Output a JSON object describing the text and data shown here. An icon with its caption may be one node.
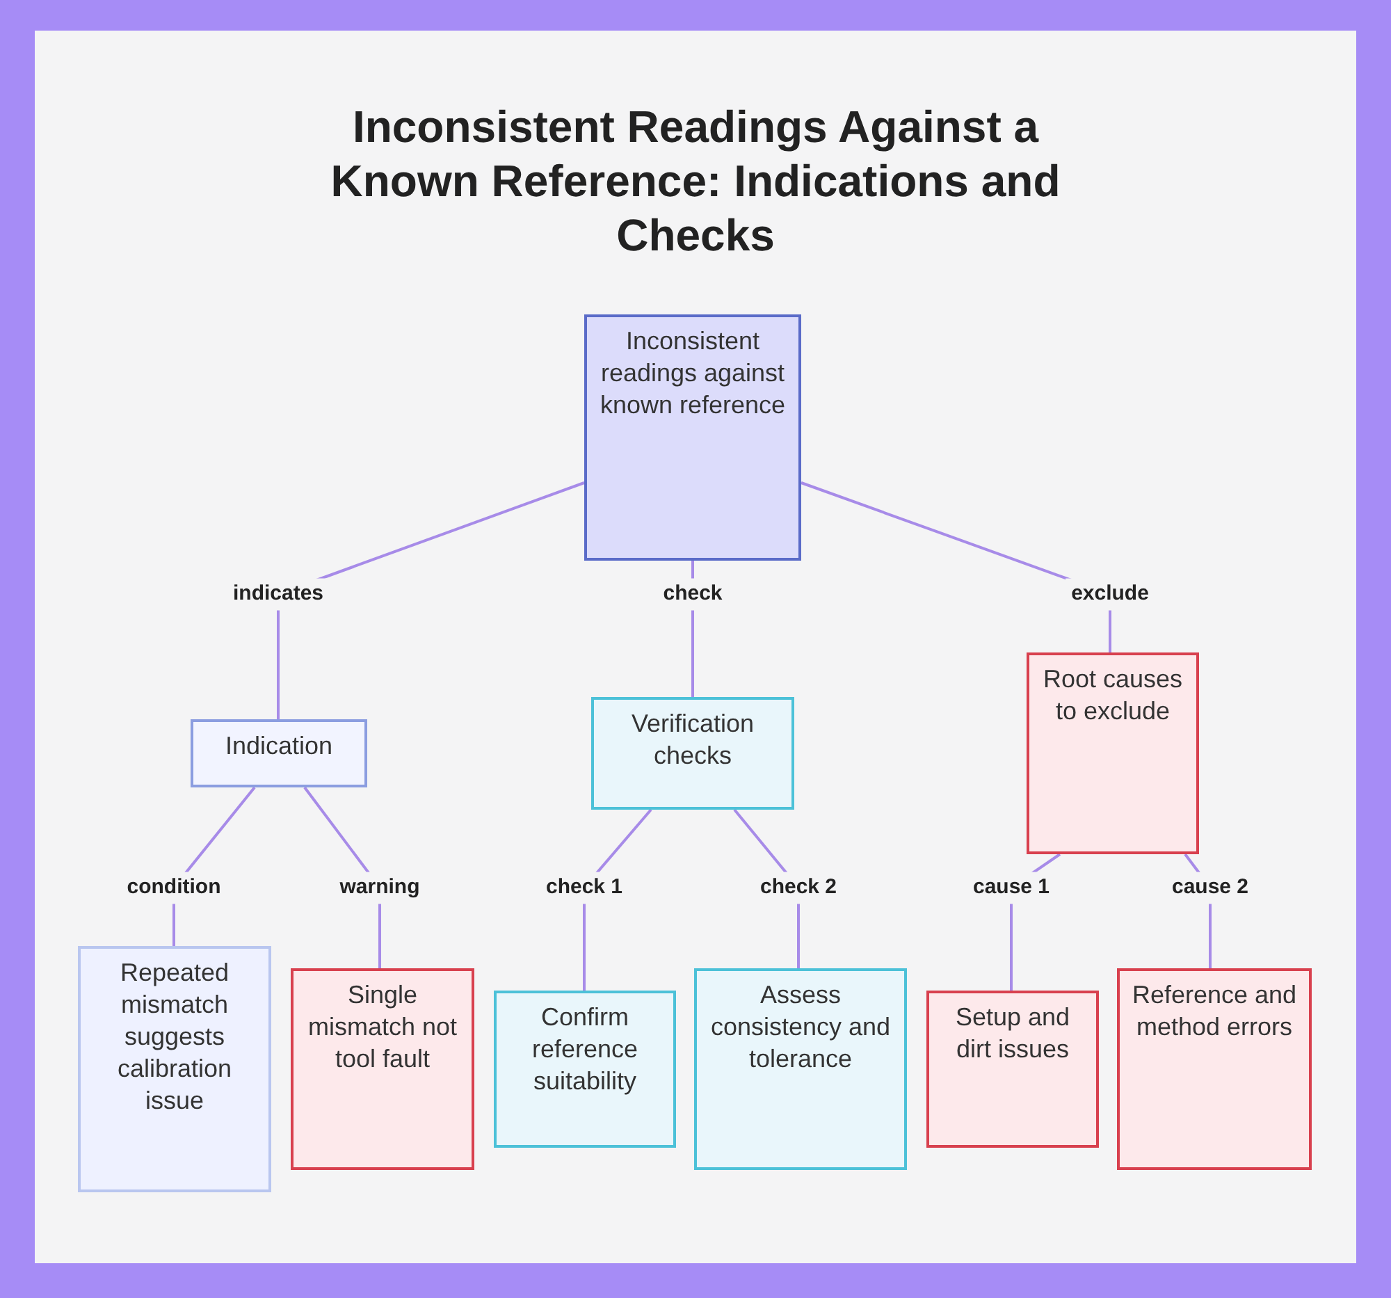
{
  "diagram": {
    "title": "Inconsistent Readings Against a Known Reference: Indications and Checks",
    "nodes": [
      {
        "text": [
          "Inconsistent readings against known reference"
        ]
      },
      {
        "text": [
          "Indication"
        ]
      },
      {
        "text": [
          "Verification checks"
        ]
      },
      {
        "text": [
          "Root causes to exclude"
        ]
      },
      {
        "text": [
          "Repeated mismatch suggests calibration issue"
        ]
      },
      {
        "text": [
          "Single mismatch not tool fault"
        ]
      },
      {
        "text": [
          "Confirm reference suitability"
        ]
      },
      {
        "text": [
          "Assess consistency and tolerance"
        ]
      },
      {
        "text": [
          "Setup and dirt issues"
        ]
      },
      {
        "text": [
          "Reference and method errors"
        ]
      }
    ],
    "edges": [
      {
        "from": 0,
        "to": 1,
        "arrow": "none",
        "label": "indicates"
      },
      {
        "from": 0,
        "to": 2,
        "arrow": "none",
        "label": "check"
      },
      {
        "from": 0,
        "to": 3,
        "arrow": "none",
        "label": "exclude"
      },
      {
        "from": 1,
        "to": 4,
        "arrow": "none",
        "label": "condition"
      },
      {
        "from": 1,
        "to": 5,
        "arrow": "none",
        "label": "warning"
      },
      {
        "from": 2,
        "to": 6,
        "arrow": "none",
        "label": "check 1"
      },
      {
        "from": 2,
        "to": 7,
        "arrow": "none",
        "label": "check 2"
      },
      {
        "from": 3,
        "to": 8,
        "arrow": "none",
        "label": "cause 1"
      },
      {
        "from": 3,
        "to": 9,
        "arrow": "none",
        "label": "cause 2"
      }
    ]
  }
}
